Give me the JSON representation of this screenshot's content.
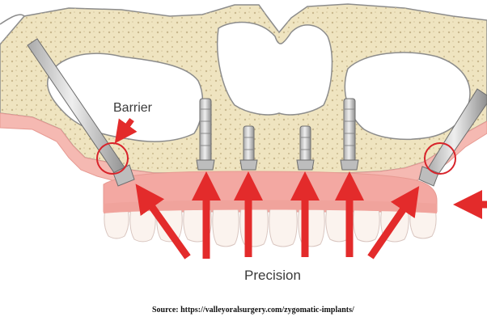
{
  "diagram": {
    "labels": {
      "barrier": "Barrier",
      "precision": "Precision"
    },
    "source": "Source: https://valleyoralsurgery.com/zygomatic-implants/",
    "colors": {
      "bone": "#efe4c0",
      "bone_outline": "#8c8c8c",
      "bone_dots": "#c9b88e",
      "gum": "#f5b9b2",
      "gum_dark": "#ec9b93",
      "tooth": "#fbf3ee",
      "tooth_line": "#d9c6c0",
      "implant": "#cfcfcf",
      "implant_dark": "#6d6d6d",
      "arrow": "#e32b2b",
      "circle": "#d8232a"
    },
    "implants": {
      "straight_count": 4,
      "zygomatic_count": 2
    }
  }
}
